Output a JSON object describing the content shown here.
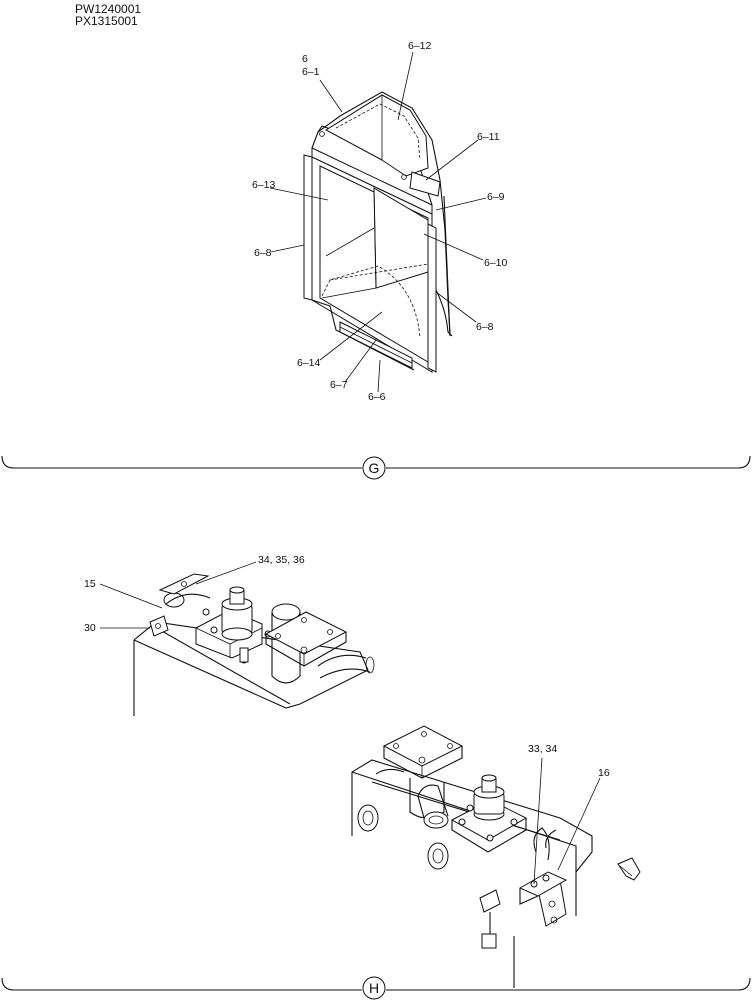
{
  "header": {
    "line1": "PW1240001",
    "line2": "PX1315001"
  },
  "section_g": {
    "marker": "G",
    "callouts": {
      "c6": "6",
      "c6_1": "6–1",
      "c6_12": "6–12",
      "c6_11": "6–11",
      "c6_13": "6–13",
      "c6_9": "6–9",
      "c6_8a": "6–8",
      "c6_10": "6–10",
      "c6_8b": "6–8",
      "c6_14": "6–14",
      "c6_7": "6–7",
      "c6_6": "6–6"
    }
  },
  "section_h": {
    "marker": "H",
    "callouts": {
      "c34_35_36": "34, 35, 36",
      "c15": "15",
      "c30": "30",
      "c33_34": "33, 34",
      "c16": "16"
    }
  }
}
